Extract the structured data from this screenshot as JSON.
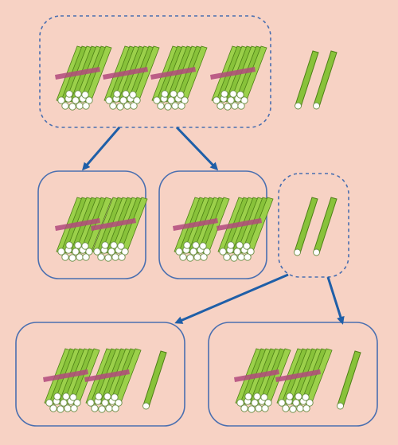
{
  "diagram": {
    "colors": {
      "background": "#f7d2c4",
      "box_border": "#4a6fb0",
      "arrow": "#1f5fa8",
      "stick_fill": "#88c23a",
      "stick_dark": "#4d7f16",
      "stick_end": "#ffffff",
      "tie": "#b24a7c"
    },
    "groups": [
      {
        "id": "start",
        "style": "dashed",
        "bundles": 4,
        "sticks": 0
      },
      {
        "id": "loose-start",
        "style": "none",
        "bundles": 0,
        "sticks": 2
      },
      {
        "id": "split-left",
        "style": "solid",
        "bundles": 2,
        "sticks": 0
      },
      {
        "id": "split-right",
        "style": "solid",
        "bundles": 2,
        "sticks": 0
      },
      {
        "id": "loose-middle",
        "style": "dashed",
        "bundles": 0,
        "sticks": 2
      },
      {
        "id": "final-left",
        "style": "solid",
        "bundles": 2,
        "sticks": 1
      },
      {
        "id": "final-right",
        "style": "solid",
        "bundles": 2,
        "sticks": 1
      }
    ],
    "arrows": [
      {
        "from": "start",
        "to": "split-left"
      },
      {
        "from": "start",
        "to": "split-right"
      },
      {
        "from": "loose-middle",
        "to": "final-left"
      },
      {
        "from": "loose-middle",
        "to": "final-right"
      }
    ]
  }
}
